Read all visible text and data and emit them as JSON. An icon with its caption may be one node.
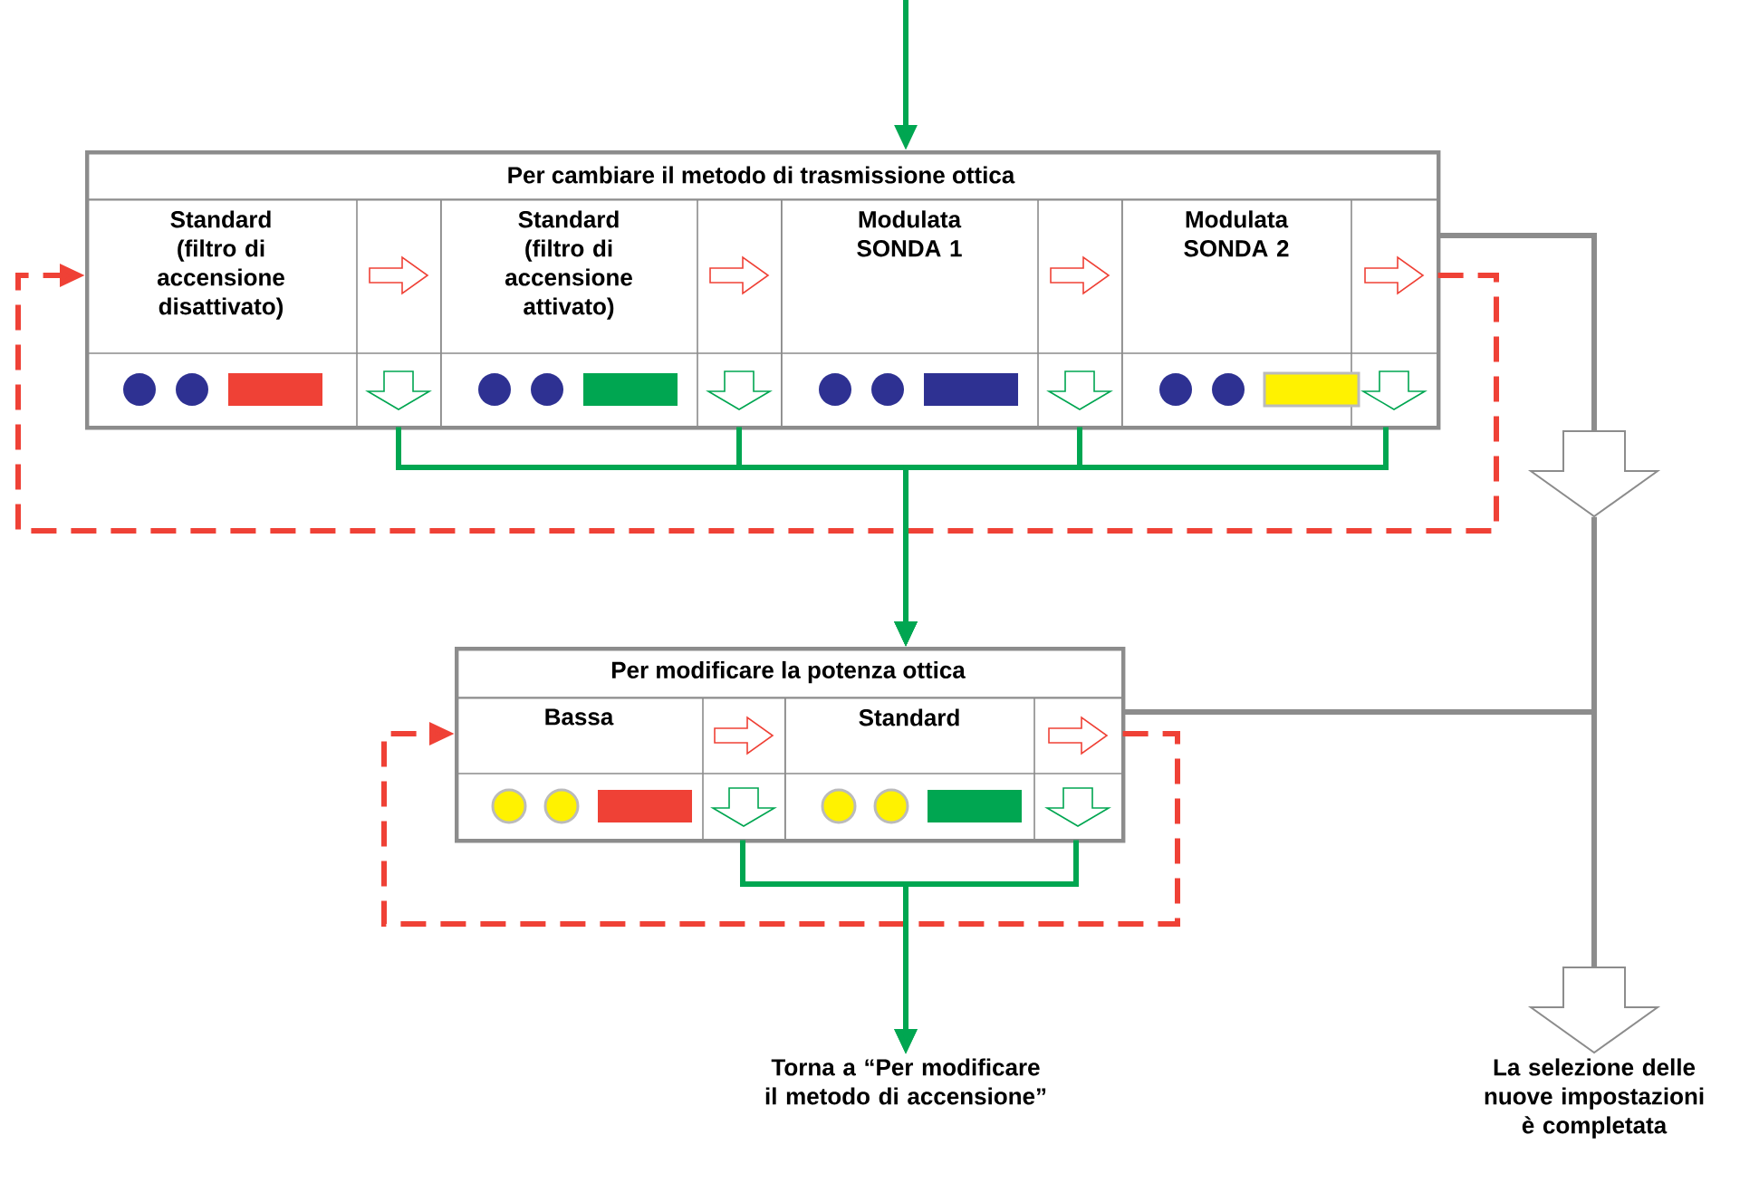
{
  "diagram": {
    "nodes": [
      {
        "text": [
          "Per cambiare il metodo di trasmissione ottica"
        ]
      },
      {
        "text": [
          "Standard (filtro di accensione disattivato)"
        ],
        "in": 0
      },
      {
        "text": [
          "Standard (filtro di accensione attivato)"
        ],
        "in": 0
      },
      {
        "text": [
          "Modulata SONDA 1"
        ],
        "in": 0
      },
      {
        "text": [
          "Modulata SONDA 2"
        ],
        "in": 0
      },
      {
        "text": [
          "Per modificare la potenza ottica"
        ]
      },
      {
        "text": [
          "Bassa"
        ],
        "in": 5
      },
      {
        "text": [
          "Standard"
        ],
        "in": 5
      },
      {
        "text": [
          "Torna a “Per modificare il metodo di accensione”"
        ]
      },
      {
        "text": [
          "La selezione delle nuove impostazioni è completata"
        ]
      },
      {
        "text": [],
        "shape": "arrow"
      },
      {
        "text": [],
        "shape": "arrow"
      }
    ],
    "edges": [
      {
        "from": null,
        "to": 0,
        "arrow": "to"
      },
      {
        "from": 4,
        "to": 1,
        "arrow": "to",
        "style": "dashed",
        "color": "#ef4136"
      },
      {
        "from": 1,
        "to": 5,
        "arrow": "to"
      },
      {
        "from": 2,
        "to": 5,
        "arrow": "to"
      },
      {
        "from": 3,
        "to": 5,
        "arrow": "to"
      },
      {
        "from": 4,
        "to": 5,
        "arrow": "to"
      },
      {
        "from": 4,
        "to": 10,
        "arrow": "none",
        "color": "#8c8c8c"
      },
      {
        "from": 10,
        "to": 11,
        "arrow": "none",
        "color": "#8c8c8c"
      },
      {
        "from": 7,
        "to": 11,
        "arrow": "none",
        "color": "#8c8c8c"
      },
      {
        "from": 7,
        "to": 6,
        "arrow": "to",
        "style": "dashed",
        "color": "#ef4136"
      },
      {
        "from": 6,
        "to": 8,
        "arrow": "to"
      },
      {
        "from": 7,
        "to": 8,
        "arrow": "to"
      }
    ]
  }
}
